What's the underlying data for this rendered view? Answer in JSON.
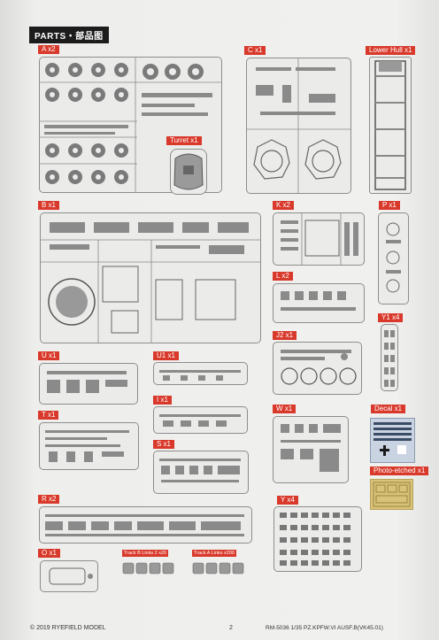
{
  "header": {
    "title": "PARTS・部品图"
  },
  "sections": [
    {
      "id": "a",
      "label": "A x2"
    },
    {
      "id": "c",
      "label": "C x1"
    },
    {
      "id": "lower-hull",
      "label": "Lower Hull x1"
    },
    {
      "id": "turret",
      "label": "Turret x1"
    },
    {
      "id": "b",
      "label": "B x1"
    },
    {
      "id": "k",
      "label": "K x2"
    },
    {
      "id": "p",
      "label": "P x1"
    },
    {
      "id": "l",
      "label": "L x2"
    },
    {
      "id": "y1",
      "label": "Y1 x4"
    },
    {
      "id": "u",
      "label": "U x1"
    },
    {
      "id": "u1",
      "label": "U1 x1"
    },
    {
      "id": "j2",
      "label": "J2 x1"
    },
    {
      "id": "t",
      "label": "T x1"
    },
    {
      "id": "i",
      "label": "I x1"
    },
    {
      "id": "w",
      "label": "W x1"
    },
    {
      "id": "decal",
      "label": "Decal x1"
    },
    {
      "id": "s",
      "label": "S x1"
    },
    {
      "id": "photo-etched",
      "label": "Photo-etched x1"
    },
    {
      "id": "r",
      "label": "R x2"
    },
    {
      "id": "y",
      "label": "Y x4"
    },
    {
      "id": "o",
      "label": "O x1"
    },
    {
      "id": "track-b",
      "label": "Track B Links 2 x20"
    },
    {
      "id": "track-a",
      "label": "Track A Links x200"
    }
  ],
  "footer": {
    "copyright": "© 2019 RYEFIELD MODEL",
    "page": "2",
    "model": "RM-5036 1/35  PZ.KPFW.VI AUSF.B(VK45.01)"
  }
}
